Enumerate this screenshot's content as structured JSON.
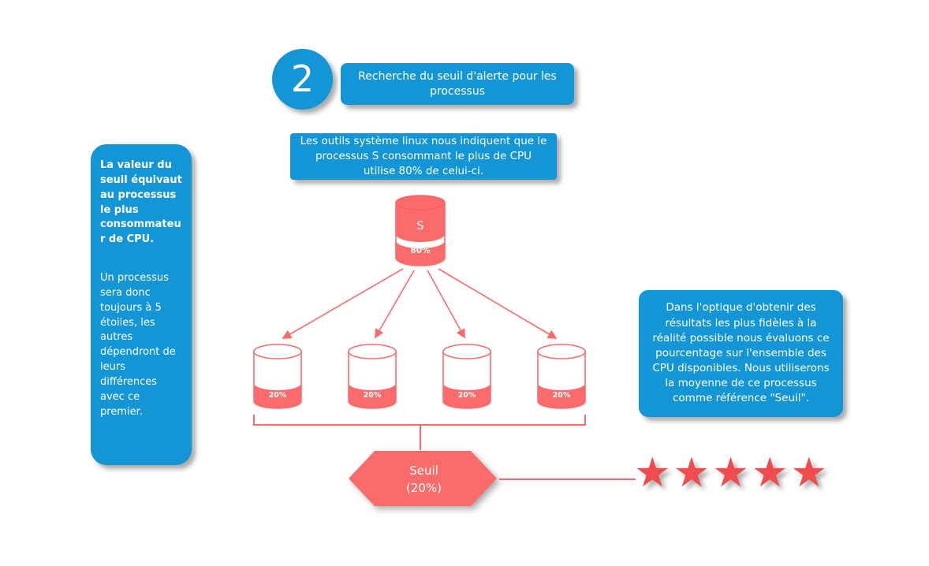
{
  "colors": {
    "blue": "#1496D6",
    "salmon": "#FB6B6B",
    "star_red": "#F04C50",
    "white": "#FFFFFF"
  },
  "step_badge": {
    "number": "2"
  },
  "title_box": {
    "text": "Recherche du seuil d'alerte pour les processus"
  },
  "intro_box": {
    "text": "Les outils système linux nous indiquent que le processus S consommant le plus de CPU utilise 80% de celui-ci."
  },
  "left_panel": {
    "heading": "La valeur du seuil équivaut au processus le plus consommateur de CPU.",
    "body": "Un processus sera donc toujours à 5 étoiles, les autres dépendront de leurs différences avec ce premier."
  },
  "right_panel": {
    "text": "Dans l'optique d'obtenir des résultats les plus fidèles à la réalité possible nous évaluons ce pourcentage sur l'ensemble des CPU disponibles. Nous utiliserons la moyenne de ce processus comme référence \"Seuil\"."
  },
  "main_cylinder": {
    "label": "S",
    "value": "80%"
  },
  "sub_cylinders": [
    {
      "value": "20%"
    },
    {
      "value": "20%"
    },
    {
      "value": "20%"
    },
    {
      "value": "20%"
    }
  ],
  "threshold_hexagon": {
    "line1": "Seuil",
    "line2": "(20%)"
  },
  "rating": {
    "stars": 5,
    "stars_text": "★★★★★"
  }
}
